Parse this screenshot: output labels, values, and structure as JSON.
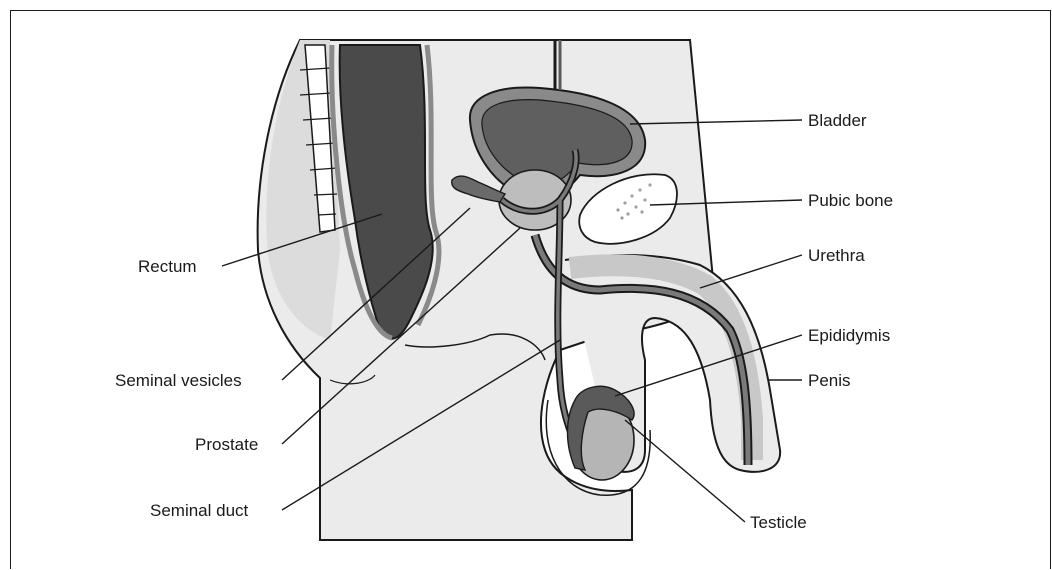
{
  "diagram": {
    "labels": {
      "bladder": "Bladder",
      "pubic_bone": "Pubic bone",
      "urethra": "Urethra",
      "epididymis": "Epididymis",
      "penis": "Penis",
      "testicle": "Testicle",
      "rectum": "Rectum",
      "seminal_vesicles": "Seminal vesicles",
      "prostate": "Prostate",
      "seminal_duct": "Seminal duct"
    },
    "colors": {
      "outline": "#1a1a1a",
      "body_fill": "#ebebeb",
      "light_organ": "#d2d2d2",
      "mid_organ": "#8a8a8a",
      "dark_organ": "#5a5a5a",
      "rectum_fill": "#4a4a4a",
      "white": "#ffffff"
    }
  }
}
